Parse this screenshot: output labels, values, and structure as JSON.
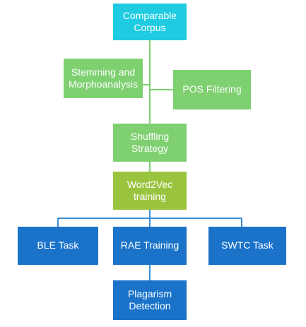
{
  "nodes": {
    "corpus": {
      "label": "Comparable\nCorpus",
      "color": "#1ecbe1"
    },
    "stemming": {
      "label": "Stemming and\nMorphoanalysis",
      "color": "#7ed071"
    },
    "pos": {
      "label": "POS Filtering",
      "color": "#7ed071"
    },
    "shuffling": {
      "label": "Shuffling\nStrategy",
      "color": "#7ed071"
    },
    "word2vec": {
      "label": "Word2Vec\ntraining",
      "color": "#9bc43e"
    },
    "ble": {
      "label": "BLE Task",
      "color": "#1a73c9"
    },
    "rae": {
      "label": "RAE Training",
      "color": "#1a73c9"
    },
    "swtc": {
      "label": "SWTC Task",
      "color": "#1a73c9"
    },
    "plagiarism": {
      "label": "Plagarism\nDetection",
      "color": "#1a73c9"
    }
  },
  "colors": {
    "connector_green": "#7ed071",
    "connector_blue": "#3a8fd8"
  }
}
